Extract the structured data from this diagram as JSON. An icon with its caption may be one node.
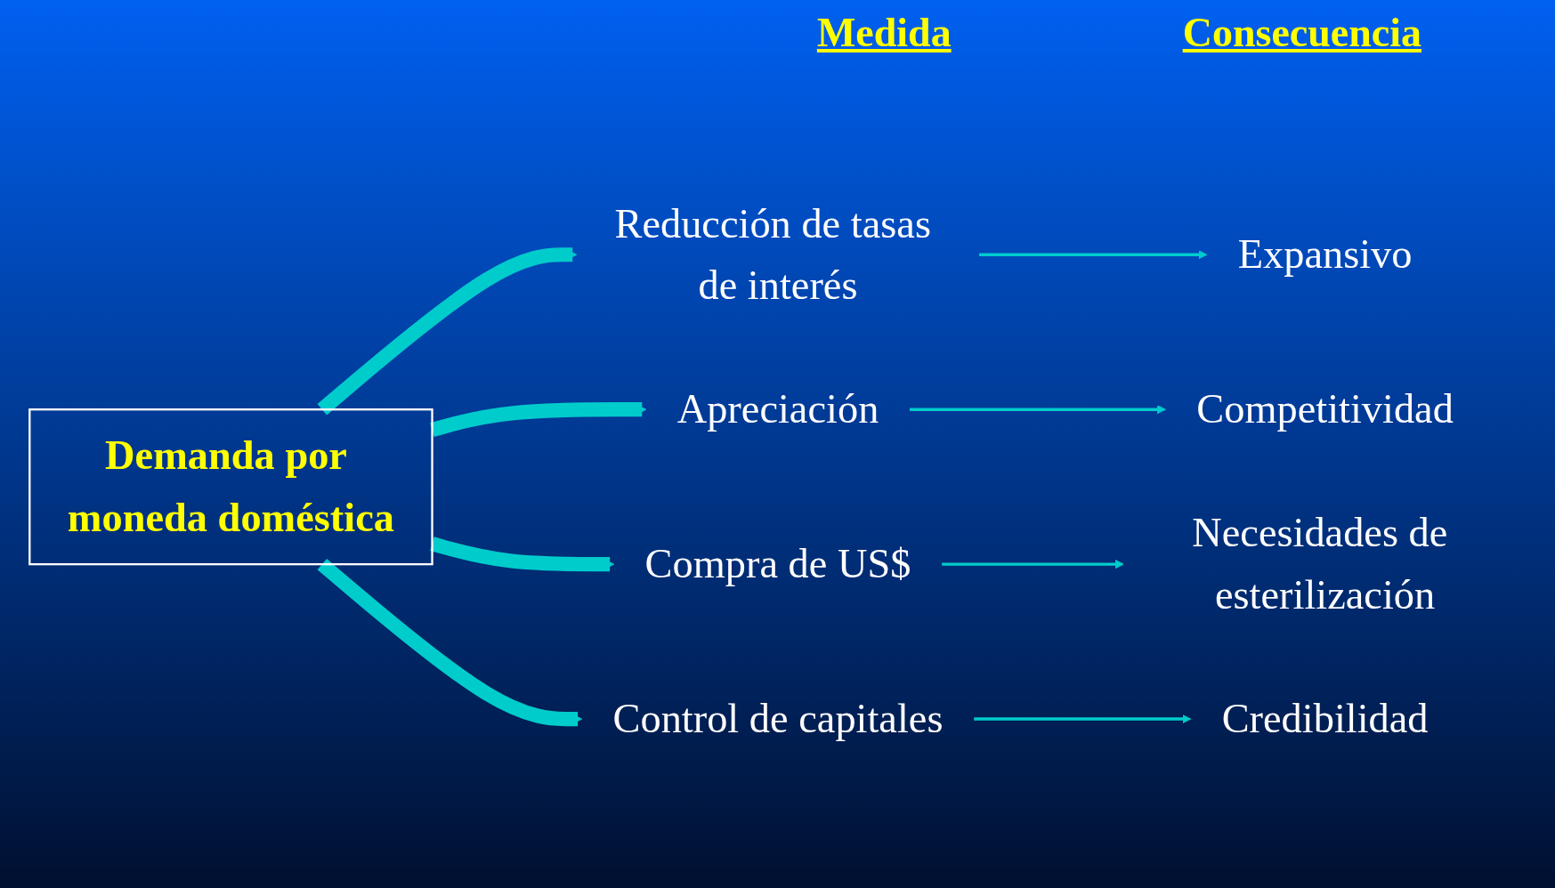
{
  "diagram": {
    "nodes": [
      {
        "text": [
          "Demanda por moneda doméstica"
        ]
      },
      {
        "text": [
          "Reducción de tasas de interés"
        ]
      },
      {
        "text": [
          "Apreciación"
        ]
      },
      {
        "text": [
          "Compra de US$"
        ]
      },
      {
        "text": [
          "Control de capitales"
        ]
      },
      {
        "text": [
          "Expansivo"
        ]
      },
      {
        "text": [
          "Competitividad"
        ]
      },
      {
        "text": [
          "Necesidades de esterilización"
        ]
      },
      {
        "text": [
          "Credibilidad"
        ]
      }
    ],
    "edges": [
      {
        "from": 0,
        "to": 1,
        "arrow": "to",
        "style": "thick"
      },
      {
        "from": 0,
        "to": 2,
        "arrow": "to",
        "style": "thick"
      },
      {
        "from": 0,
        "to": 3,
        "arrow": "to",
        "style": "thick"
      },
      {
        "from": 0,
        "to": 4,
        "arrow": "to",
        "style": "thick"
      },
      {
        "from": 1,
        "to": 5,
        "arrow": "to"
      },
      {
        "from": 2,
        "to": 6,
        "arrow": "to"
      },
      {
        "from": 3,
        "to": 7,
        "arrow": "to"
      },
      {
        "from": 4,
        "to": 8,
        "arrow": "to"
      }
    ],
    "labels": [
      "Medida",
      "Consecuencia"
    ]
  }
}
